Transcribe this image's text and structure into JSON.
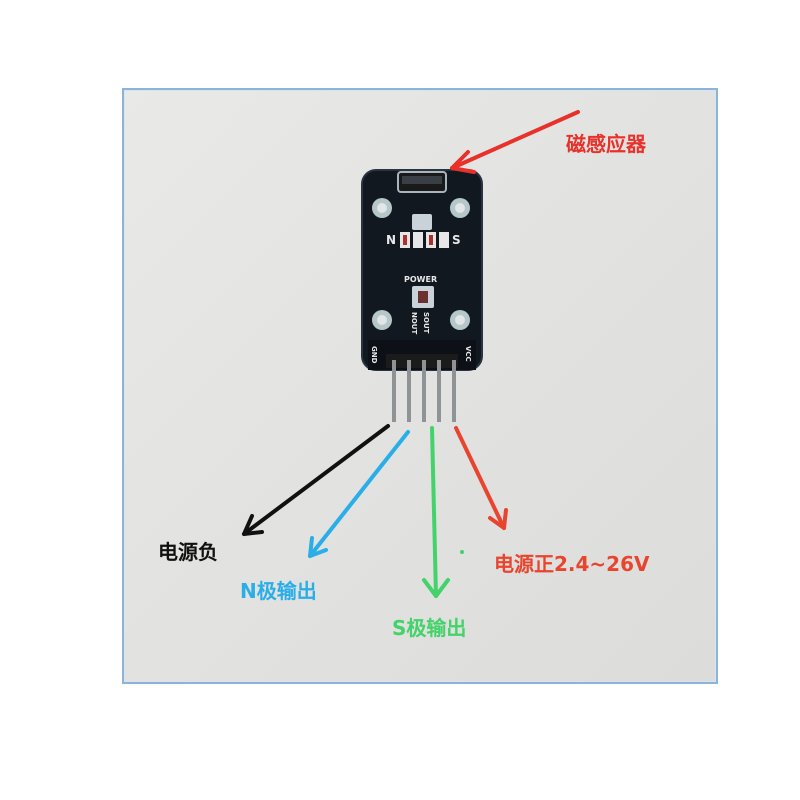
{
  "labels": {
    "sensor": "磁感应器",
    "power_negative": "电源负",
    "n_pole_output": "N极输出",
    "s_pole_output": "S极输出",
    "power_positive": "电源正2.4~26V"
  },
  "pcb": {
    "power": "POWER",
    "n_mark": "N",
    "s_mark": "S",
    "nout": "NOUT",
    "sout": "SOUT",
    "gnd": "GND",
    "vcc": "VCC"
  },
  "colors": {
    "sensor": "#e8312a",
    "power_negative": "#111111",
    "n_pole_output": "#2aaee8",
    "s_pole_output": "#44d26a",
    "power_positive": "#e8452e",
    "frame_border": "#8fb3d6",
    "pcb": "#121820"
  }
}
